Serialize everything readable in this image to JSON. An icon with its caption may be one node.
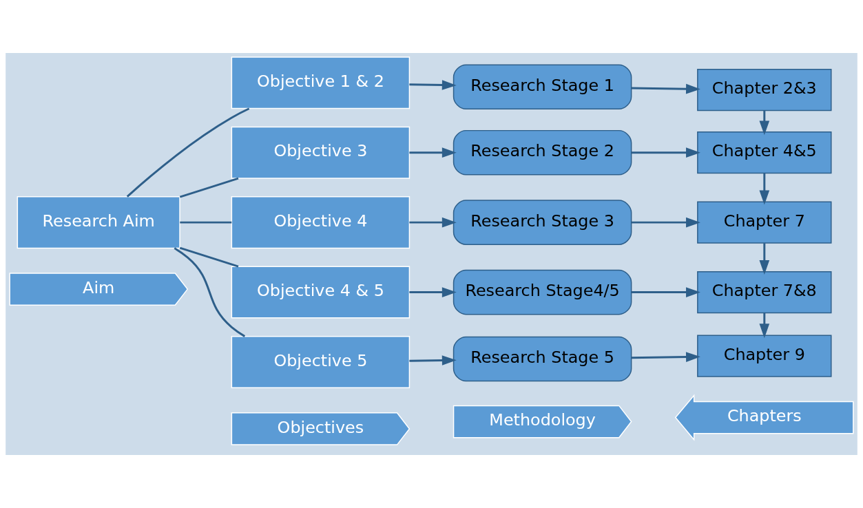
{
  "diagram": {
    "nodes": [
      {
        "text": [
          "Aim"
        ]
      },
      {
        "text": [
          "Objectives"
        ]
      },
      {
        "text": [
          "Methodology"
        ]
      },
      {
        "text": [
          "Chapters"
        ]
      },
      {
        "text": [
          "Research Aim"
        ]
      },
      {
        "text": [
          "Objective 1 & 2"
        ]
      },
      {
        "text": [
          "Objective 3"
        ]
      },
      {
        "text": [
          "Objective 4"
        ]
      },
      {
        "text": [
          "Objective 4 & 5"
        ]
      },
      {
        "text": [
          "Objective 5"
        ]
      },
      {
        "text": [
          "Research Stage 1"
        ]
      },
      {
        "text": [
          "Research Stage 2"
        ]
      },
      {
        "text": [
          "Research Stage 3"
        ]
      },
      {
        "text": [
          "Research Stage4/5"
        ]
      },
      {
        "text": [
          "Research Stage 5"
        ]
      },
      {
        "text": [
          "Chapter 2&3"
        ]
      },
      {
        "text": [
          "Chapter 4&5"
        ]
      },
      {
        "text": [
          "Chapter 7"
        ]
      },
      {
        "text": [
          "Chapter 7&8"
        ]
      },
      {
        "text": [
          "Chapter 9"
        ]
      }
    ],
    "edges": [
      {
        "from": 4,
        "to": 5,
        "arrow": "none"
      },
      {
        "from": 4,
        "to": 6,
        "arrow": "none"
      },
      {
        "from": 4,
        "to": 7,
        "arrow": "none"
      },
      {
        "from": 4,
        "to": 8,
        "arrow": "none"
      },
      {
        "from": 4,
        "to": 9,
        "arrow": "none"
      },
      {
        "from": 5,
        "to": 10,
        "arrow": "to"
      },
      {
        "from": 6,
        "to": 11,
        "arrow": "to"
      },
      {
        "from": 7,
        "to": 12,
        "arrow": "to"
      },
      {
        "from": 8,
        "to": 13,
        "arrow": "to"
      },
      {
        "from": 9,
        "to": 14,
        "arrow": "to"
      },
      {
        "from": 10,
        "to": 15,
        "arrow": "to"
      },
      {
        "from": 11,
        "to": 16,
        "arrow": "to"
      },
      {
        "from": 12,
        "to": 17,
        "arrow": "to"
      },
      {
        "from": 13,
        "to": 18,
        "arrow": "to"
      },
      {
        "from": 14,
        "to": 19,
        "arrow": "to"
      },
      {
        "from": 15,
        "to": 16,
        "arrow": "to"
      },
      {
        "from": 16,
        "to": 17,
        "arrow": "to"
      },
      {
        "from": 17,
        "to": 18,
        "arrow": "to"
      },
      {
        "from": 18,
        "to": 19,
        "arrow": "to"
      }
    ]
  }
}
